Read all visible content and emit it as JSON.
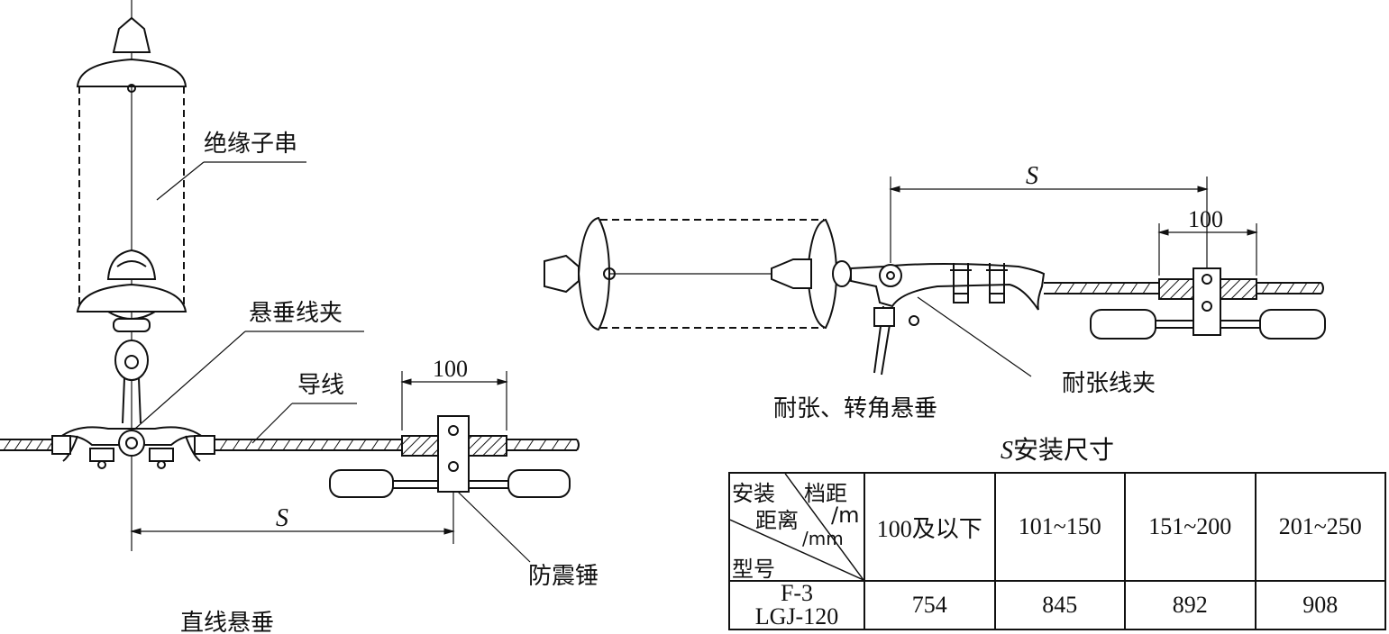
{
  "labels": {
    "insulator_string": "绝缘子串",
    "suspension_clamp": "悬垂线夹",
    "conductor": "导线",
    "damper": "防震锤",
    "straight_suspension": "直线悬垂",
    "tension_angle": "耐张、转角悬垂",
    "tension_clamp": "耐张线夹"
  },
  "dimensions": {
    "s_left": "S",
    "s_right": "S",
    "spacing_left": "100",
    "spacing_right": "100"
  },
  "table": {
    "title_symbol": "S",
    "title_text": "安装尺寸",
    "corner": {
      "top_right_1": "档距",
      "top_right_2": "/m",
      "mid_left_1": "安装",
      "mid_left_2": "距离",
      "mid_unit": "/mm",
      "bottom_left": "型号"
    },
    "columns": [
      "100及以下",
      "101~150",
      "151~200",
      "201~250"
    ],
    "rows": [
      {
        "model_line1": "F-3",
        "model_line2": "LGJ-120",
        "values": [
          "754",
          "845",
          "892",
          "908"
        ]
      }
    ]
  }
}
